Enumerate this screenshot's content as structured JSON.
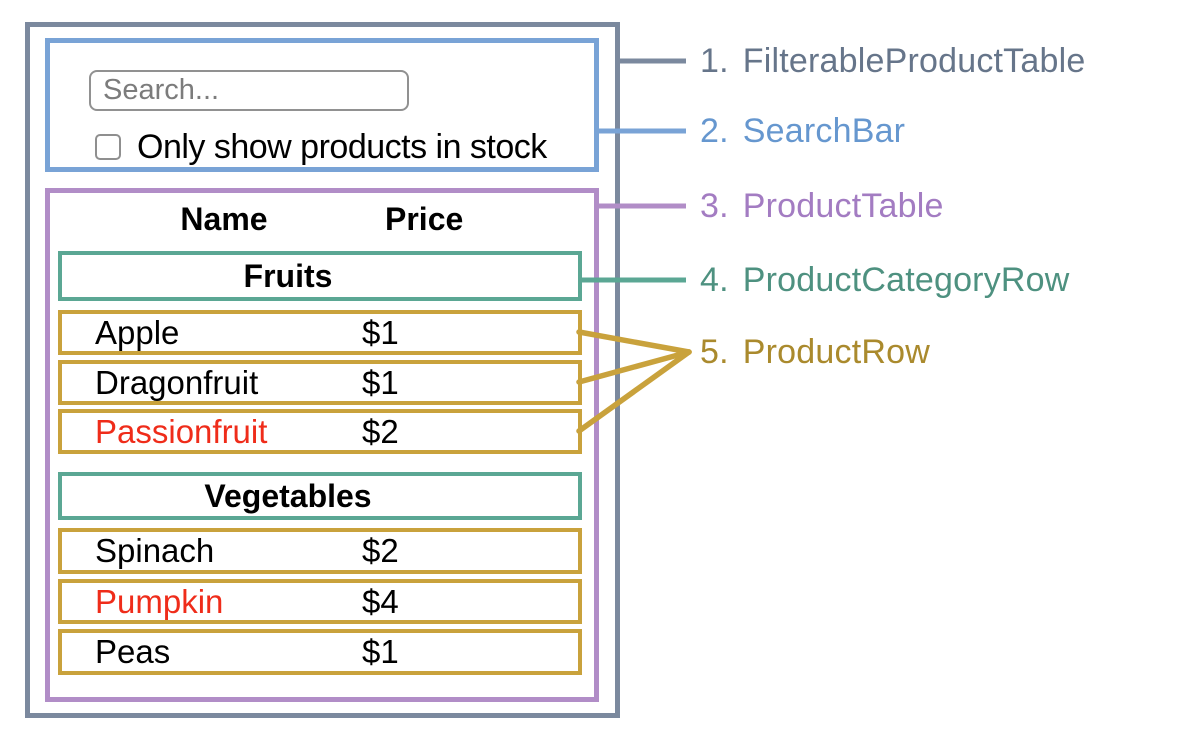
{
  "search_bar": {
    "input_placeholder": "Search...",
    "checkbox_label": "Only show products in stock",
    "checkbox_checked": false
  },
  "product_table": {
    "headers": {
      "name": "Name",
      "price": "Price"
    },
    "categories": [
      {
        "label": "Fruits",
        "products": [
          {
            "name": "Apple",
            "price": "$1",
            "out_of_stock": false
          },
          {
            "name": "Dragonfruit",
            "price": "$1",
            "out_of_stock": false
          },
          {
            "name": "Passionfruit",
            "price": "$2",
            "out_of_stock": true
          }
        ]
      },
      {
        "label": "Vegetables",
        "products": [
          {
            "name": "Spinach",
            "price": "$2",
            "out_of_stock": false
          },
          {
            "name": "Pumpkin",
            "price": "$4",
            "out_of_stock": true
          },
          {
            "name": "Peas",
            "price": "$1",
            "out_of_stock": false
          }
        ]
      }
    ]
  },
  "legend": {
    "items": [
      {
        "number": "1.",
        "label": "FilterableProductTable",
        "color": "#66758a"
      },
      {
        "number": "2.",
        "label": "SearchBar",
        "color": "#6697cf"
      },
      {
        "number": "3.",
        "label": "ProductTable",
        "color": "#a37cc2"
      },
      {
        "number": "4.",
        "label": "ProductCategoryRow",
        "color": "#4e9180"
      },
      {
        "number": "5.",
        "label": "ProductRow",
        "color": "#aa8a2d"
      }
    ]
  },
  "colors": {
    "filterable_product_table_border": "#7b899e",
    "search_bar_border": "#79a3d6",
    "product_table_border": "#b18dc7",
    "product_category_row_border": "#5ba794",
    "product_row_border": "#c9a23c",
    "out_of_stock_text": "#ef2c1a",
    "in_stock_text": "#000000"
  }
}
